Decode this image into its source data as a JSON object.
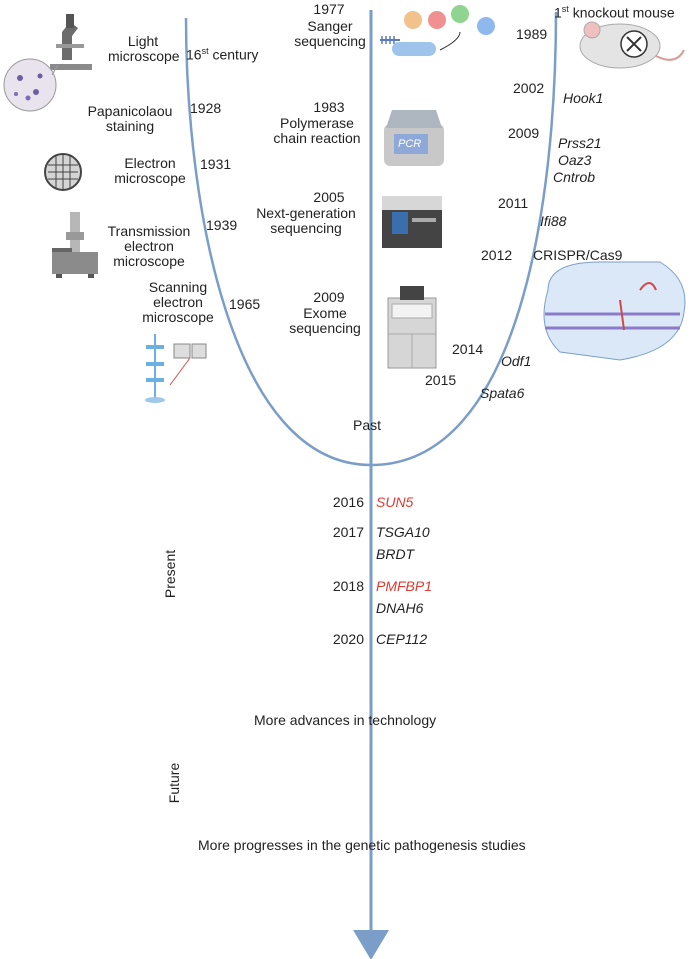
{
  "past": {
    "label": "Past",
    "left": [
      {
        "name": "Light\nmicroscope",
        "year": "16",
        "year_sup": "st",
        "year_suffix": " century"
      },
      {
        "name": "Papanicolaou\nstaining",
        "year": "1928"
      },
      {
        "name": "Electron\nmicroscope",
        "year": "1931"
      },
      {
        "name": "Transmission\nelectron\nmicroscope",
        "year": "1939"
      },
      {
        "name": "Scanning\nelectron\nmicroscope",
        "year": "1965"
      }
    ],
    "center": [
      {
        "year": "1977",
        "name": "Sanger\nsequencing"
      },
      {
        "year": "1983",
        "name": "Polymerase\nchain reaction"
      },
      {
        "year": "2005",
        "name": "Next-generation\nsequencing"
      },
      {
        "year": "2009",
        "name": "Exome\nsequencing"
      }
    ],
    "pcr_screen_label": "PCR",
    "right": {
      "knockout_sup": "st",
      "knockout_prefix": "1",
      "knockout_label": " knockout mouse",
      "knockout_year": "1989",
      "genes": [
        {
          "year": "2002",
          "genes": [
            "Hook1"
          ]
        },
        {
          "year": "2009",
          "genes": [
            "Prss21",
            "Oaz3",
            "Cntrob"
          ]
        },
        {
          "year": "2011",
          "genes": [
            "Ifi88"
          ]
        },
        {
          "year": "2012",
          "genes": [
            "CRISPR/Cas9"
          ]
        },
        {
          "year": "2014",
          "genes": [
            "Odf1"
          ]
        },
        {
          "year": "2015",
          "genes": [
            "Spata6"
          ]
        }
      ]
    }
  },
  "present": {
    "label": "Present",
    "entries": [
      {
        "year": "2016",
        "genes": [
          "SUN5"
        ],
        "highlight": true
      },
      {
        "year": "2017",
        "genes": [
          "TSGA10",
          "BRDT"
        ],
        "highlight": false
      },
      {
        "year": "2018",
        "genes": [
          "PMFBP1",
          "DNAH6"
        ],
        "highlight_first": true
      },
      {
        "year": "2020",
        "genes": [
          "CEP112"
        ],
        "highlight": false
      }
    ]
  },
  "future": {
    "label": "Future",
    "line1": "More advances in technology",
    "line2": "More progresses in the genetic pathogenesis studies"
  },
  "colors": {
    "axis": "#7b9ec9",
    "highlight": "#e03a32",
    "text": "#222222"
  },
  "icons": {
    "light_microscope": "microscope-icon",
    "pap_smear": "cell-sample-icon",
    "electron_grid": "em-grid-icon",
    "tem": "tem-instrument-icon",
    "sem": "sem-diagram-icon",
    "sanger": "sanger-sequencing-icon",
    "pcr": "pcr-machine-icon",
    "ngs": "sequencer-icon",
    "exome": "exome-sequencer-icon",
    "mouse": "knockout-mouse-icon",
    "crispr": "crispr-cas9-icon"
  }
}
